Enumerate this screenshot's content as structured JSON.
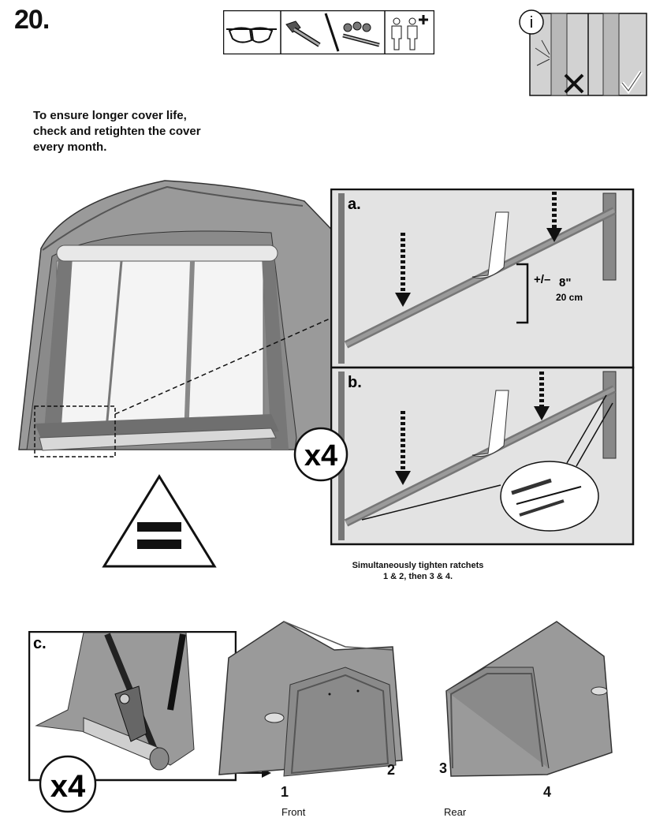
{
  "step": {
    "number": "20."
  },
  "intro": {
    "lines": [
      "To ensure longer cover life,",
      "check and retighten the cover",
      "every month."
    ]
  },
  "panels": {
    "a": {
      "label": "a.",
      "measure_prefix": "+/",
      "measure_sign": "–",
      "measure_in": "8\"",
      "measure_cm": "20 cm"
    },
    "b": {
      "label": "b."
    },
    "c": {
      "label": "c."
    }
  },
  "multiplier": "x4",
  "info_icon": "i",
  "caption": {
    "lines": [
      "Simultaneously tighten ratchets",
      "1 & 2, then 3 & 4."
    ]
  },
  "positions": {
    "p1": "1",
    "p2": "2",
    "p3": "3",
    "p4": "4",
    "front_label": "Front",
    "rear_label": "Rear"
  },
  "icons": [
    "safety-glasses-icon",
    "wrench-icon",
    "ratchet-icon",
    "two-people-icon",
    "info-icon",
    "check-icon",
    "cross-icon",
    "equals-triangle-icon"
  ]
}
